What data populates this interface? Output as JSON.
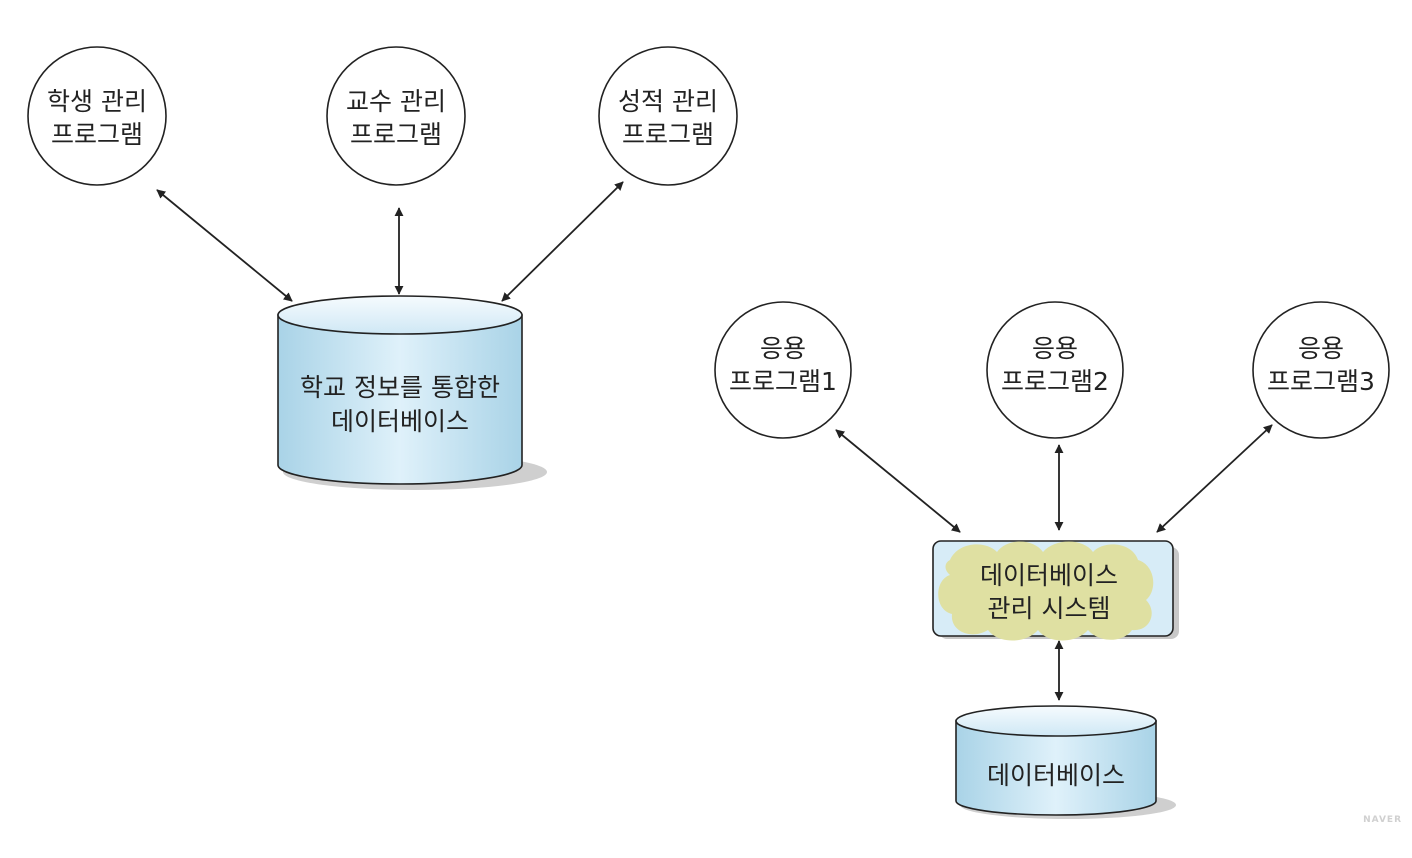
{
  "integrated": {
    "programs": [
      {
        "line1": "학생 관리",
        "line2": "프로그램"
      },
      {
        "line1": "교수 관리",
        "line2": "프로그램"
      },
      {
        "line1": "성적 관리",
        "line2": "프로그램"
      }
    ],
    "database": {
      "line1": "학교 정보를 통합한",
      "line2": "데이터베이스"
    }
  },
  "dbms_model": {
    "programs": [
      {
        "line1": "응용",
        "line2": "프로그램1"
      },
      {
        "line1": "응용",
        "line2": "프로그램2"
      },
      {
        "line1": "응용",
        "line2": "프로그램3"
      }
    ],
    "dbms": {
      "line1": "데이터베이스",
      "line2": "관리 시스템"
    },
    "database": {
      "label": "데이터베이스"
    }
  },
  "watermark": "NAVER",
  "colors": {
    "cylinder_light": "#eef8fd",
    "cylinder_dark": "#a8d2e6",
    "dbms_box": "#d7ecf7",
    "dbms_cloud": "#dfe0a2",
    "stroke": "#222222"
  }
}
